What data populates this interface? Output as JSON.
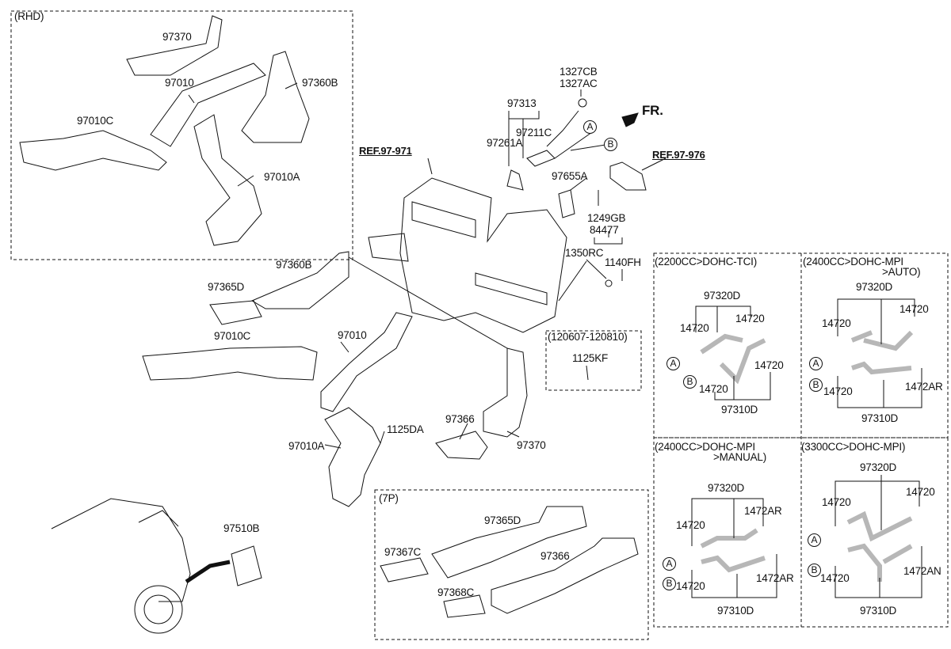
{
  "labels": [
    "(RHD)",
    "97370",
    "97010",
    "97360B",
    "97010C",
    "97010A",
    "REF.97-971",
    "97313",
    "1327CB",
    "1327AC",
    "97211C",
    "97261A",
    "FR.",
    "REF.97-976",
    "97655A",
    "1249GB",
    "84477",
    "1350RC",
    "1140FH",
    "97360B",
    "97365D",
    "97010C",
    "97010",
    "(120607-120810)",
    "1125KF",
    "97366",
    "97370",
    "1125DA",
    "97010A",
    "97510B",
    "(7P)",
    "97365D",
    "97367C",
    "97366",
    "97368C"
  ],
  "callouts": [
    "A",
    "B"
  ],
  "panels": [
    {
      "title": "(2200CC>DOHC-TCI)",
      "subtitle": "",
      "labels": [
        "97320D",
        "14720",
        "14720",
        "14720",
        "14720",
        "97310D"
      ]
    },
    {
      "title": "(2400CC>DOHC-MPI",
      "subtitle": ">AUTO)",
      "labels": [
        "97320D",
        "14720",
        "14720",
        "1472AR",
        "14720",
        "97310D"
      ]
    },
    {
      "title": "(2400CC>DOHC-MPI",
      "subtitle": ">MANUAL)",
      "labels": [
        "97320D",
        "1472AR",
        "14720",
        "14720",
        "1472AR",
        "97310D"
      ]
    },
    {
      "title": "(3300CC>DOHC-MPI)",
      "subtitle": "",
      "labels": [
        "97320D",
        "14720",
        "14720",
        "1472AN",
        "14720",
        "97310D"
      ]
    }
  ]
}
